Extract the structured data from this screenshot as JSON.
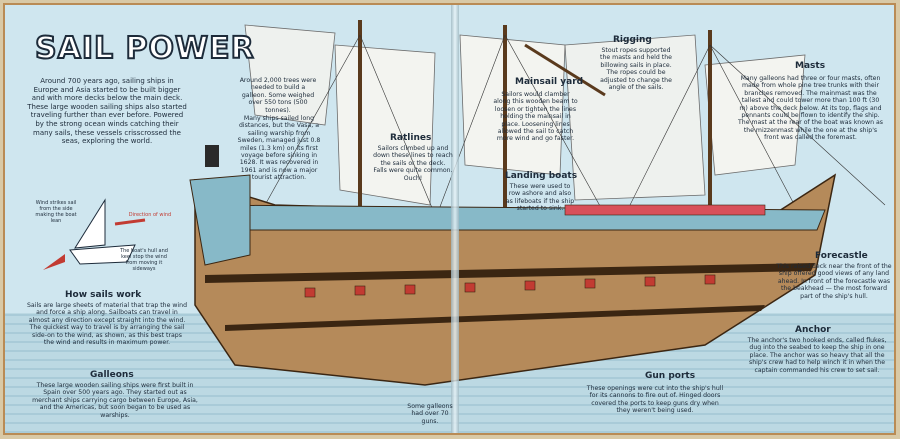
{
  "title": "SAIL POWER",
  "intro": "Around 700 years ago, sailing ships in Europe and Asia started to be built bigger and with more decks below the main deck. These large wooden sailing ships also started traveling further than ever before. Powered by the strong ocean winds catching their many sails, these vessels crisscrossed the seas, exploring the world.",
  "forts": "Around 2,000 trees were needed to build a galleon. Some weighed over 550 tons (500 tonnes).",
  "vasa": "Many ships sailed long distances, but the Vasa, a sailing warship from Sweden, managed just 0.8 miles (1.3 km) on its first voyage before sinking in 1628. It was recovered in 1961 and is now a major tourist attraction.",
  "ratlines": {
    "head": "Ratlines",
    "text": "Sailors climbed up and down these lines to reach the sails or the deck. Falls were quite common. Ouch!"
  },
  "mainsail": {
    "head": "Mainsail yard",
    "text": "Sailors would clamber along this wooden beam to loosen or tighten the lines holding the mainsail in place. Loosening lines allowed the sail to catch more wind and go faster."
  },
  "rigging": {
    "head": "Rigging",
    "text": "Stout ropes supported the masts and held the billowing sails in place. The ropes could be adjusted to change the angle of the sails."
  },
  "masts": {
    "head": "Masts",
    "text": "Many galleons had three or four masts, often made from whole pine tree trunks with their branches removed. The mainmast was the tallest and could tower more than 100 ft (30 m) above the deck below. At its top, flags and pennants could be flown to identify the ship. The mast at the rear of the boat was known as the mizzenmast while the one at the ship's front was called the foremast."
  },
  "landing": {
    "head": "Landing boats",
    "text": "These were used to row ashore and also as lifeboats if the ship started to sink."
  },
  "forecastle": {
    "head": "Forecastle",
    "text": "This raised deck near the front of the ship offered good views of any land ahead. In front of the forecastle was the beakhead — the most forward part of the ship's hull."
  },
  "anchor": {
    "head": "Anchor",
    "text": "The anchor's two hooked ends, called flukes, dug into the seabed to keep the ship in one place. The anchor was so heavy that all the ship's crew had to help winch it in when the captain commanded his crew to set sail."
  },
  "howsails": {
    "head": "How sails work",
    "text": "Sails are large sheets of material that trap the wind and force a ship along. Sailboats can travel in almost any direction except straight into the wind. The quickest way to travel is by arranging the sail side-on to the wind, as shown, as this best traps the wind and results in maximum power."
  },
  "diagram": {
    "wind": "Direction of wind",
    "keel": "The boat's hull and keel stop the wind from moving it sideways",
    "sail": "Wind strikes sail from the side making the boat lean"
  },
  "galleons": {
    "head": "Galleons",
    "text": "These large wooden sailing ships were first built in Spain over 500 years ago. They started out as merchant ships carrying cargo between Europe, Asia, and the Americas, but soon began to be used as warships."
  },
  "gunports": {
    "head": "Gun ports",
    "text": "These openings were cut into the ship's hull for its cannons to fire out of. Hinged doors covered the ports to keep guns dry when they weren't being used."
  },
  "guns": "Some galleons had over 70 guns."
}
